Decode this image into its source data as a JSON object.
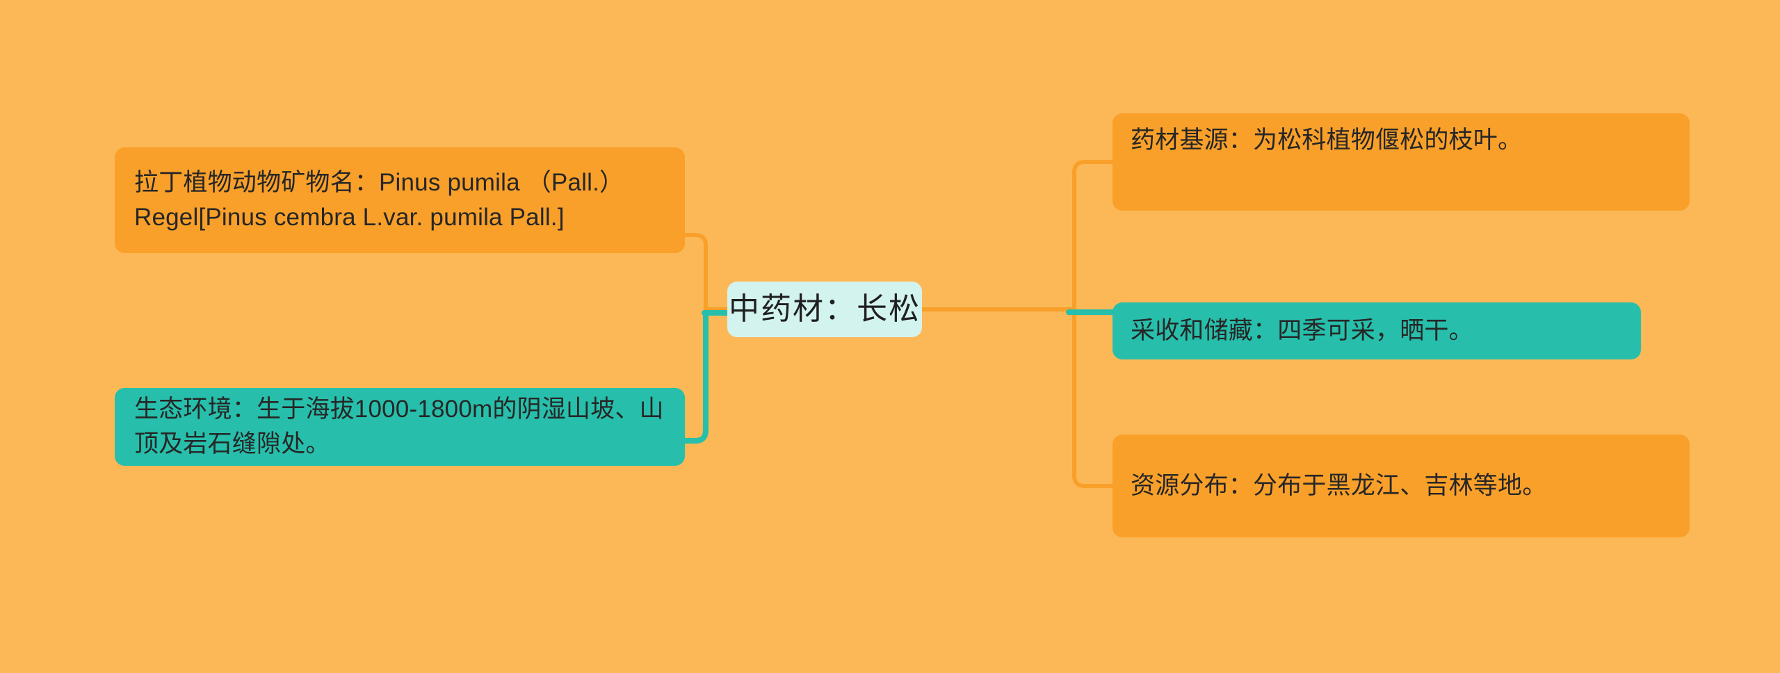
{
  "diagram": {
    "type": "mind-map",
    "background_color": "#fcb857",
    "orange_node_color": "#f9a02a",
    "teal_node_color": "#27bfab",
    "center_node_color": "#d3f3ef",
    "orange_connector_color": "#f9a02a",
    "teal_connector_color": "#27bfab",
    "text_color": "#262626"
  },
  "center": {
    "label": "中药材：长松"
  },
  "left_branch": [
    {
      "id": "latin-name",
      "label": "拉丁植物动物矿物名：Pinus pumila （Pall.）Regel[Pinus cembra L.var. pumila Pall.]",
      "color": "#f9a02a",
      "connector_color": "#f9a02a"
    },
    {
      "id": "habitat",
      "label": "生态环境：生于海拔1000-1800m的阴湿山坡、山顶及岩石缝隙处。",
      "color": "#27bfab",
      "connector_color": "#27bfab"
    }
  ],
  "right_branch": [
    {
      "id": "source",
      "label": "药材基源：为松科植物偃松的枝叶。",
      "color": "#f9a02a",
      "connector_color": "#f9a02a"
    },
    {
      "id": "harvest",
      "label": "采收和储藏：四季可采，晒干。",
      "color": "#27bfab",
      "connector_color": "#27bfab"
    },
    {
      "id": "distribution",
      "label": "资源分布：分布于黑龙江、吉林等地。",
      "color": "#f9a02a",
      "connector_color": "#f9a02a"
    }
  ]
}
